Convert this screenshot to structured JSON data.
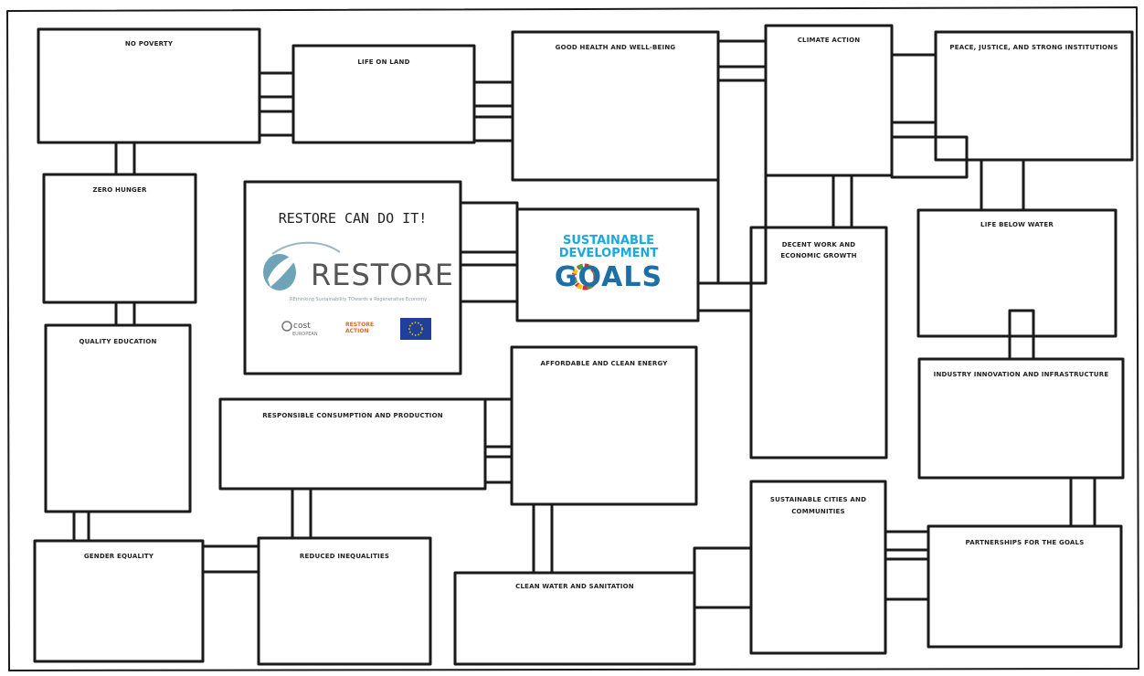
{
  "goals": {
    "no_poverty": "NO POVERTY",
    "life_on_land": "LIFE ON LAND",
    "good_health": "GOOD HEALTH AND WELL-BEING",
    "climate_action": "CLIMATE ACTION",
    "peace_justice": "PEACE, JUSTICE, AND STRONG INSTITUTIONS",
    "zero_hunger": "ZERO HUNGER",
    "decent_work_line1": "DECENT WORK AND",
    "decent_work_line2": "ECONOMIC GROWTH",
    "life_below_water": "LIFE BELOW WATER",
    "quality_education": "QUALITY EDUCATION",
    "affordable_energy": "AFFORDABLE AND CLEAN ENERGY",
    "industry": "INDUSTRY INNOVATION AND INFRASTRUCTURE",
    "responsible_consumption": "RESPONSIBLE CONSUMPTION AND PRODUCTION",
    "sustainable_cities_line1": "SUSTAINABLE CITIES AND",
    "sustainable_cities_line2": "COMMUNITIES",
    "gender_equality": "GENDER EQUALITY",
    "reduced_inequalities": "REDUCED INEQUALITIES",
    "clean_water": "CLEAN WATER AND SANITATION",
    "partnerships": "PARTNERSHIPS FOR THE GOALS"
  },
  "restore_card": {
    "title": "RESTORE CAN DO IT!",
    "logo_word": "RESTORE",
    "tagline": "REthinking Sustainability TOwards a Regenerative Economy",
    "partner_cost": "cost",
    "partner_cost_sub": "EUROPEAN",
    "partner_ra_line1": "RESTORE",
    "partner_ra_line2": "ACTION",
    "logo_icon": "restore-leaf-icon",
    "partner_icons": [
      "cost-logo",
      "restore-action-logo",
      "eu-flag-icon"
    ]
  },
  "sdg_card": {
    "line1": "SUSTAINABLE",
    "line2": "DEVELOPMENT",
    "goals_word": "GOALS"
  },
  "colors": {
    "outline": "#1a1a1a",
    "sdg_light_blue": "#1aa8e0",
    "sdg_dark_blue": "#1d6fa8",
    "restore_teal": "#6fa4b8",
    "restore_grey": "#555555",
    "accent_orange": "#e8641e",
    "eu_blue": "#1f3f9a",
    "eu_star": "#f5d000"
  }
}
